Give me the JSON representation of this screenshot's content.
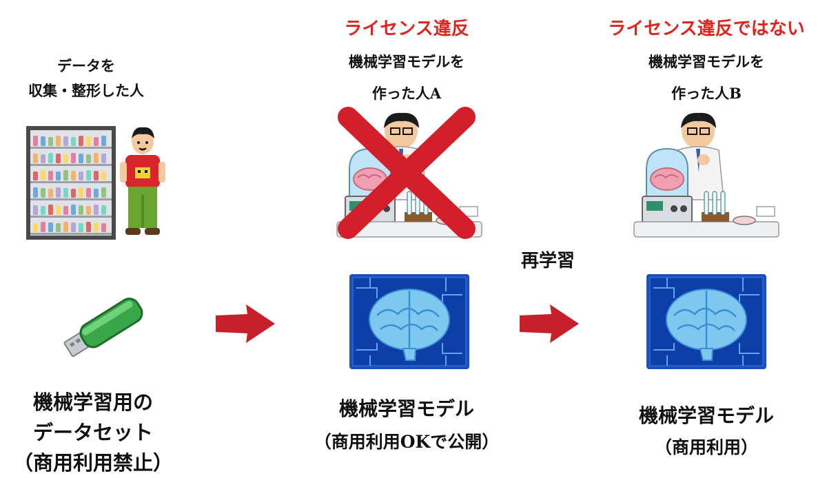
{
  "colors": {
    "violation": "#e0231d",
    "arrow": "#c7202b",
    "cross": "#d21f2a",
    "usb_body": "#3aa64a",
    "brain_panel": "#1a4fbf",
    "brain": "#7ec8f0"
  },
  "icons": [
    "dataset-shelf-icon",
    "data-collector-person-icon",
    "usb-drive-icon",
    "arrow-right-icon",
    "researcher-lab-icon",
    "cross-mark-icon",
    "ai-brain-chip-icon"
  ],
  "collector": {
    "title_line1": "データを",
    "title_line2": "収集・整形した人"
  },
  "dataset": {
    "line1": "機械学習用の",
    "line2": "データセット",
    "line3": "（商用利用禁止）"
  },
  "model_a": {
    "status": "ライセンス違反",
    "creator_line1": "機械学習モデルを",
    "creator_line2": "作った人A",
    "label": "機械学習モデル",
    "usage": "（商用利用OKで公開）"
  },
  "retrain": {
    "label": "再学習"
  },
  "model_b": {
    "status": "ライセンス違反ではない",
    "creator_line1": "機械学習モデルを",
    "creator_line2": "作った人B",
    "label": "機械学習モデル",
    "usage": "（商用利用）"
  }
}
